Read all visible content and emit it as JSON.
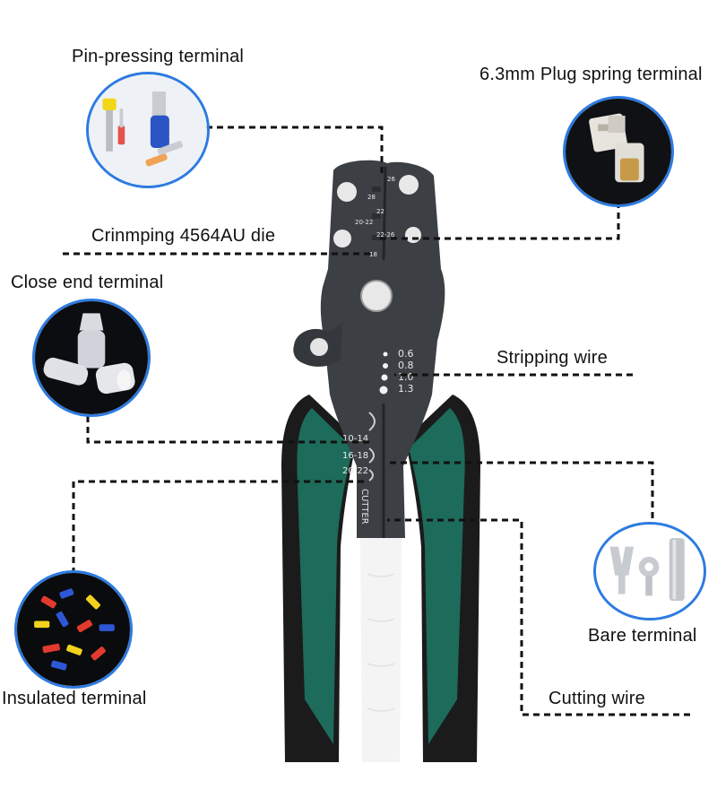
{
  "labels": {
    "pin_pressing": "Pin-pressing terminal",
    "plug_spring": "6.3mm Plug spring terminal",
    "crimping_die": "Crinmping 4564AU die",
    "close_end": "Close end terminal",
    "stripping": "Stripping wire",
    "bare": "Bare terminal",
    "insulated": "Insulated terminal",
    "cutting": "Cutting wire"
  },
  "tool": {
    "crimp_gauges": [
      "26",
      "28",
      "22",
      "20-22",
      "22-26",
      "18"
    ],
    "strip_sizes": [
      "0.6",
      "0.8",
      "1.0",
      "1.3"
    ],
    "awg_marks": [
      "10-14",
      "16-18",
      "20-22"
    ],
    "cutter_text": "CUTTER"
  },
  "colors": {
    "handle_green": "#1d6b5a",
    "handle_black": "#1b1b1b",
    "head_gray": "#3c3f44",
    "ring_blue": "#2d7be0",
    "callout_line": "#111111"
  }
}
